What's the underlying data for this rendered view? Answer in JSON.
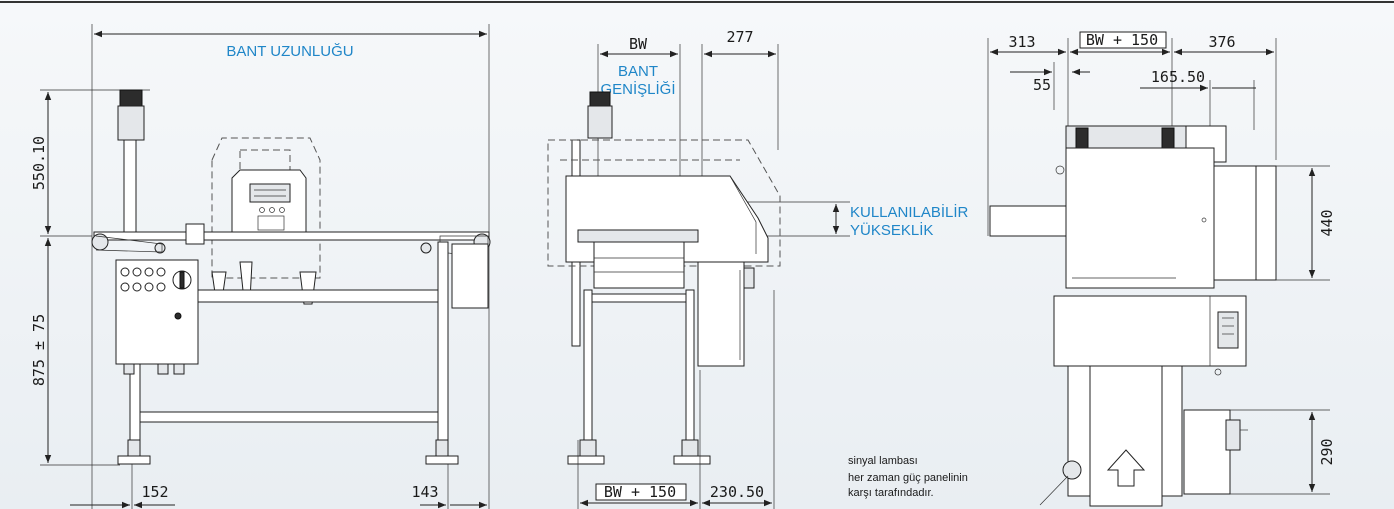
{
  "front_view": {
    "belt_length_label": "BANT UZUNLUĞU",
    "dim_height_top": "550.10",
    "dim_height_bottom": "875 ± 75",
    "dim_left_offset": "152",
    "dim_right_offset": "143"
  },
  "side_view": {
    "bw_top": "BW",
    "belt_width_label_line1": "BANT",
    "belt_width_label_line2": "GENİŞLİĞİ",
    "dim_top_right": "277",
    "usable_height_line1": "KULLANILABİLİR",
    "usable_height_line2": "YÜKSEKLİK",
    "bw_bottom": "BW + 150",
    "dim_bottom_right": "230.50"
  },
  "top_view": {
    "dim_left": "313",
    "bw_top": "BW + 150",
    "dim_right": "376",
    "dim_small": "55",
    "dim_mid": "165.50",
    "dim_height_upper": "440",
    "dim_height_lower": "290",
    "note_line1": "sinyal lambası",
    "note_line2": "her zaman güç panelinin",
    "note_line3": "karşı tarafındadır."
  }
}
